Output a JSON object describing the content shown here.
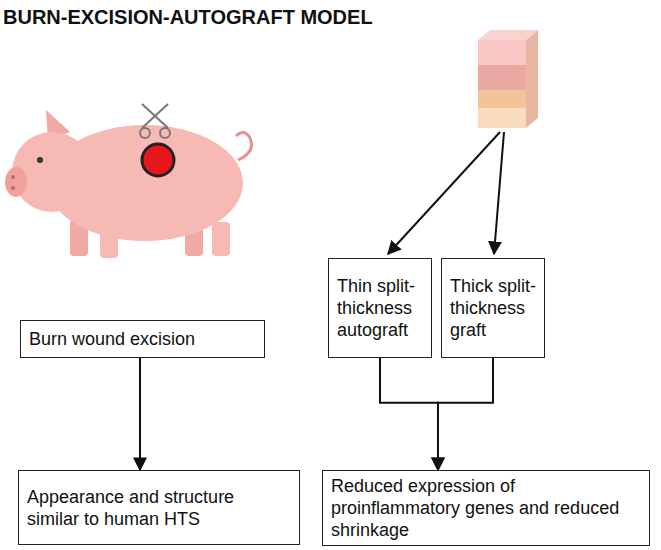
{
  "diagram": {
    "title": "BURN-EXCISION-AUTOGRAFT MODEL",
    "nodes": [
      {
        "text": [
          "Burn wound excision"
        ]
      },
      {
        "text": [
          "Thin split-thickness autograft"
        ]
      },
      {
        "text": [
          "Thick split-thickness graft"
        ]
      },
      {
        "text": [
          "Appearance and structure similar to human HTS"
        ]
      },
      {
        "text": [
          "Reduced expression of proinflammatory genes and reduced shrinkage"
        ]
      }
    ],
    "edges": [
      {
        "from": 0,
        "to": 3,
        "arrow": "to"
      },
      {
        "from": 1,
        "to": 4,
        "arrow": "to"
      },
      {
        "from": 2,
        "to": 4,
        "arrow": "to"
      }
    ]
  }
}
